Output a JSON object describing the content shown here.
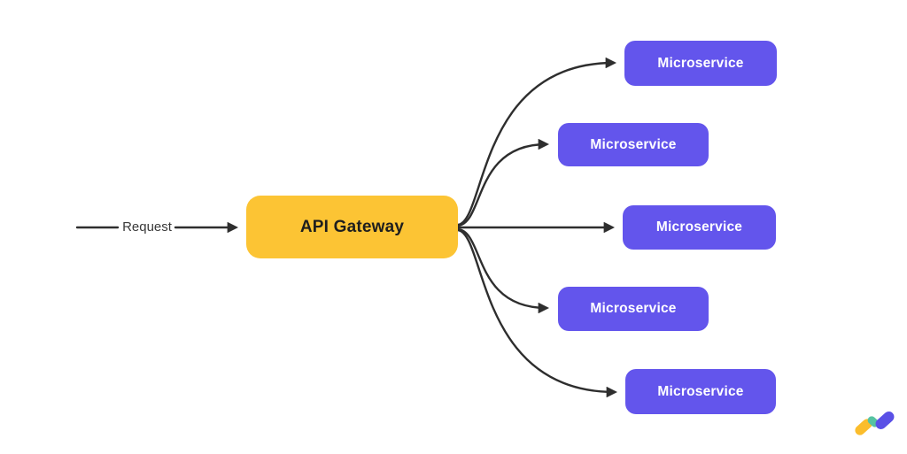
{
  "request_label": "Request",
  "gateway": {
    "label": "API Gateway"
  },
  "microservices": [
    {
      "label": "Microservice"
    },
    {
      "label": "Microservice"
    },
    {
      "label": "Microservice"
    },
    {
      "label": "Microservice"
    },
    {
      "label": "Microservice"
    }
  ],
  "logo": {
    "shapes": [
      "yellow-capsule",
      "teal-capsule",
      "purple-capsule"
    ]
  },
  "colors": {
    "background": "#ffffff",
    "line": "#2e2e2e",
    "gateway_fill": "#fcc434",
    "gateway_text": "#1e1e1e",
    "service_fill": "#6355ec",
    "service_text": "#ffffff",
    "request_text": "#3a3a3a",
    "logo_yellow": "#fbbd2c",
    "logo_teal": "#56c3a2",
    "logo_purple": "#5a50e6"
  }
}
